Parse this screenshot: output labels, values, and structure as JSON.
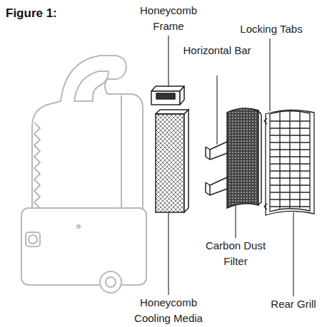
{
  "diagram": {
    "title": "Figure 1:",
    "labels": [
      "Honeycomb Frame",
      "Locking Tabs",
      "Horizontal Bar",
      "Carbon Dust Filter",
      "Honeycomb Cooling Media",
      "Rear Grill"
    ]
  }
}
